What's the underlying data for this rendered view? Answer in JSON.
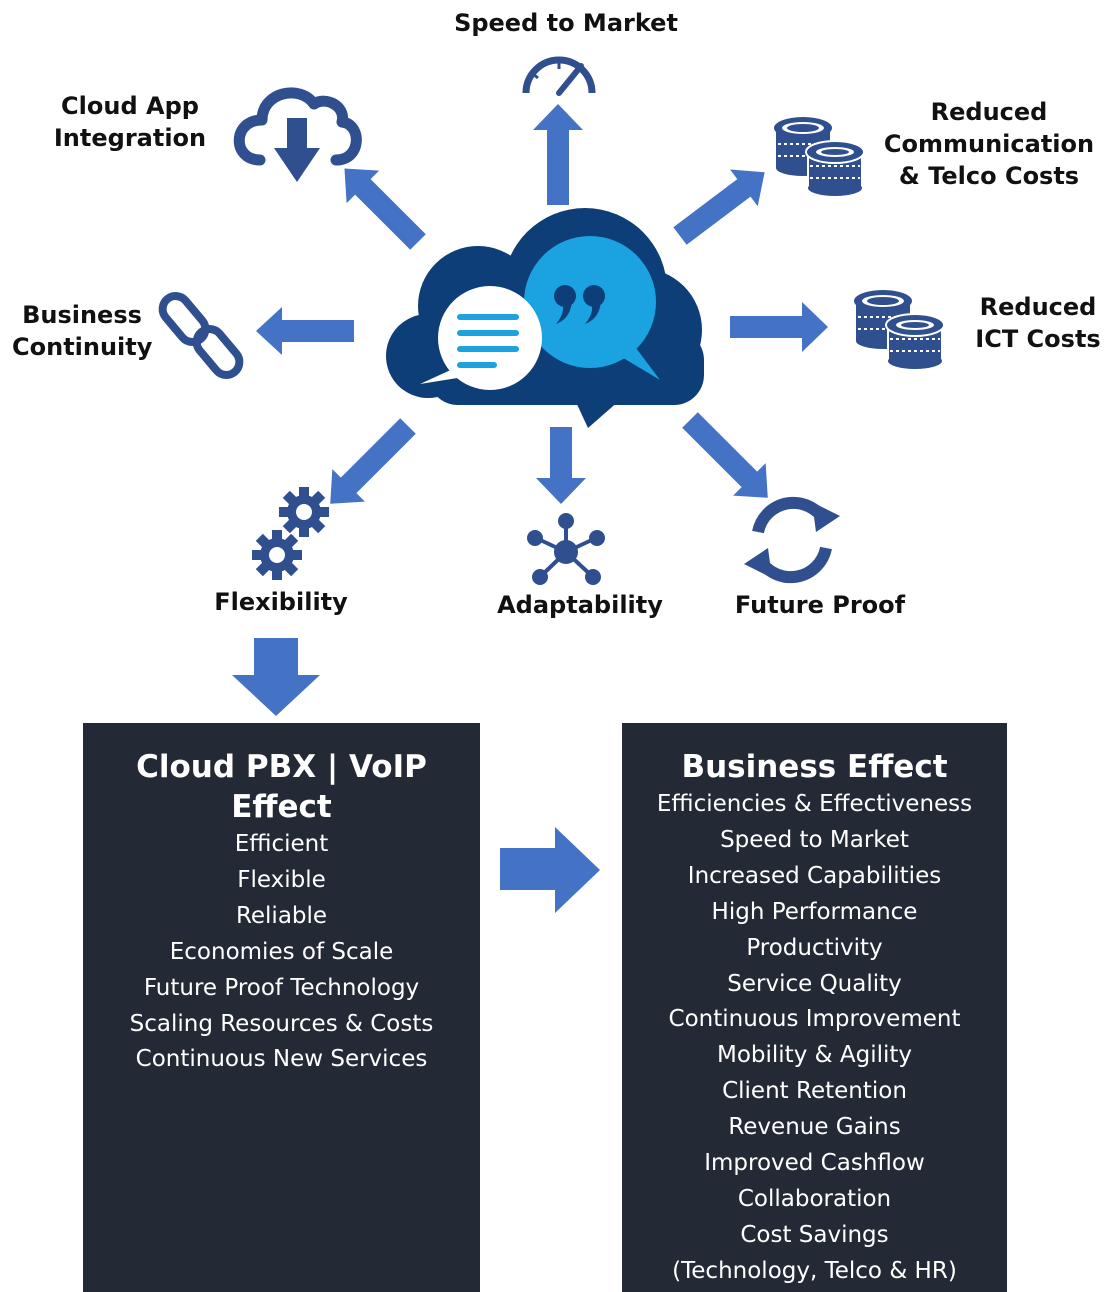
{
  "colors": {
    "arrow": "#4472c4",
    "icon": "#2f4f8f",
    "cloud_dark": "#0d3e78",
    "bubble_blue": "#1aa3e0",
    "panel_bg": "#232a36"
  },
  "hub": {
    "icon": "cloud-chat-icon"
  },
  "benefits": {
    "speed_to_market": {
      "label": "Speed to Market",
      "icon": "speedometer-icon"
    },
    "cloud_app_integration": {
      "line1": "Cloud App",
      "line2": "Integration",
      "icon": "cloud-download-icon"
    },
    "reduced_comm_costs": {
      "line1": "Reduced",
      "line2": "Communication",
      "line3": "& Telco Costs",
      "icon": "coins-icon"
    },
    "business_continuity": {
      "line1": "Business",
      "line2": "Continuity",
      "icon": "chain-link-icon"
    },
    "reduced_ict_costs": {
      "line1": "Reduced",
      "line2": "ICT Costs",
      "icon": "coins-icon"
    },
    "flexibility": {
      "label": "Flexibility",
      "icon": "gears-icon"
    },
    "adaptability": {
      "label": "Adaptability",
      "icon": "network-hub-icon"
    },
    "future_proof": {
      "label": "Future Proof",
      "icon": "sync-arrows-icon"
    }
  },
  "voip_panel": {
    "title": "Cloud PBX | VoIP Effect",
    "items": [
      "Efficient",
      "Flexible",
      "Reliable",
      "Economies of Scale",
      "Future Proof Technology",
      "Scaling Resources & Costs",
      "Continuous New Services"
    ]
  },
  "business_panel": {
    "title": "Business Effect",
    "items": [
      "Efficiencies & Effectiveness",
      "Speed to Market",
      "Increased Capabilities",
      "High Performance",
      "Productivity",
      "Service Quality",
      "Continuous Improvement",
      "Mobility & Agility",
      "Client Retention",
      "Revenue Gains",
      "Improved Cashflow",
      "Collaboration",
      "Cost Savings",
      "(Technology, Telco & HR)"
    ]
  }
}
